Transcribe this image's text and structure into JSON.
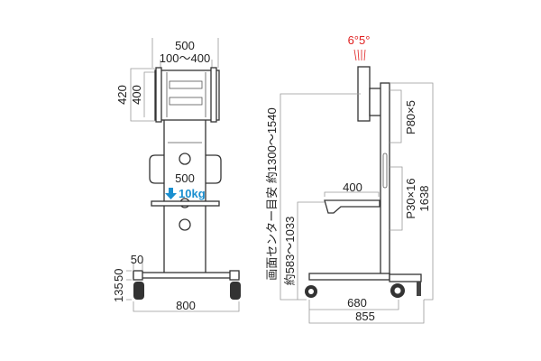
{
  "front": {
    "width_outer": "500",
    "width_vesa": "100～400",
    "height_outer": "420",
    "height_vesa": "400",
    "shelf_width": "500",
    "shelf_load": "10kg",
    "caster_width": "50",
    "base_height": "135",
    "caster_height": "50",
    "base_width": "800"
  },
  "side": {
    "tilt": "6°5°",
    "screen_center": "画面センター目安 約1300～1540",
    "shelf_height": "約583～1033",
    "shelf_depth": "400",
    "mount_pitch": "P80×5",
    "shelf_pitch": "P30×16",
    "total_height": "1638",
    "wheelbase": "680",
    "depth": "855"
  },
  "colors": {
    "load": "#1a8fd0",
    "tilt": "#e02020"
  }
}
